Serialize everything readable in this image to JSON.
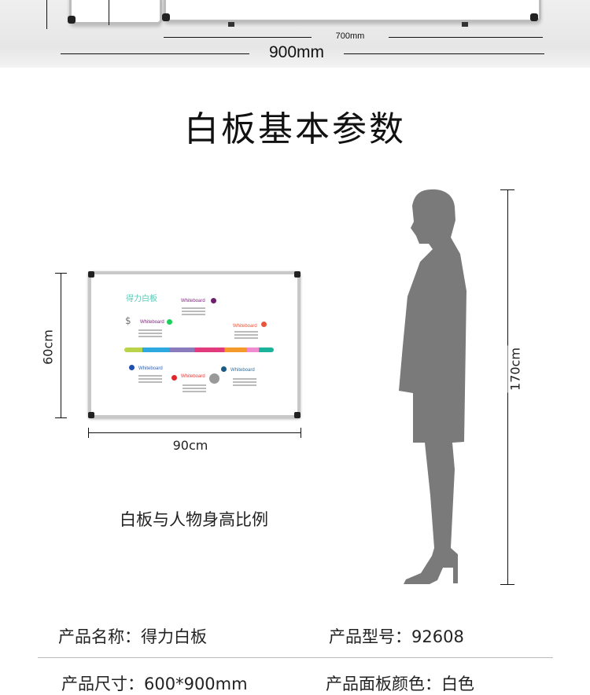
{
  "top_image": {
    "small_dim": "700mm",
    "large_dim": "900mm"
  },
  "title": "白板基本参数",
  "board_illustration": {
    "brand_text": "得力白板",
    "card_label": "Whiteboard",
    "height_label": "60cm",
    "width_label": "90cm",
    "colors": [
      "#b9d44a",
      "#2ea9df",
      "#8a7bbd",
      "#e23b7d",
      "#f39a2b",
      "#f08bd0",
      "#1cb39b"
    ]
  },
  "person": {
    "height_label": "170cm",
    "color": "#7a7a7a"
  },
  "caption": "白板与人物身高比例",
  "specs": [
    {
      "label": "产品名称：",
      "value": "得力白板"
    },
    {
      "label": "产品型号：",
      "value": "92608"
    },
    {
      "label": "产品尺寸：",
      "value": "600*900mm"
    },
    {
      "label": "产品面板颜色：",
      "value": "白色"
    }
  ]
}
